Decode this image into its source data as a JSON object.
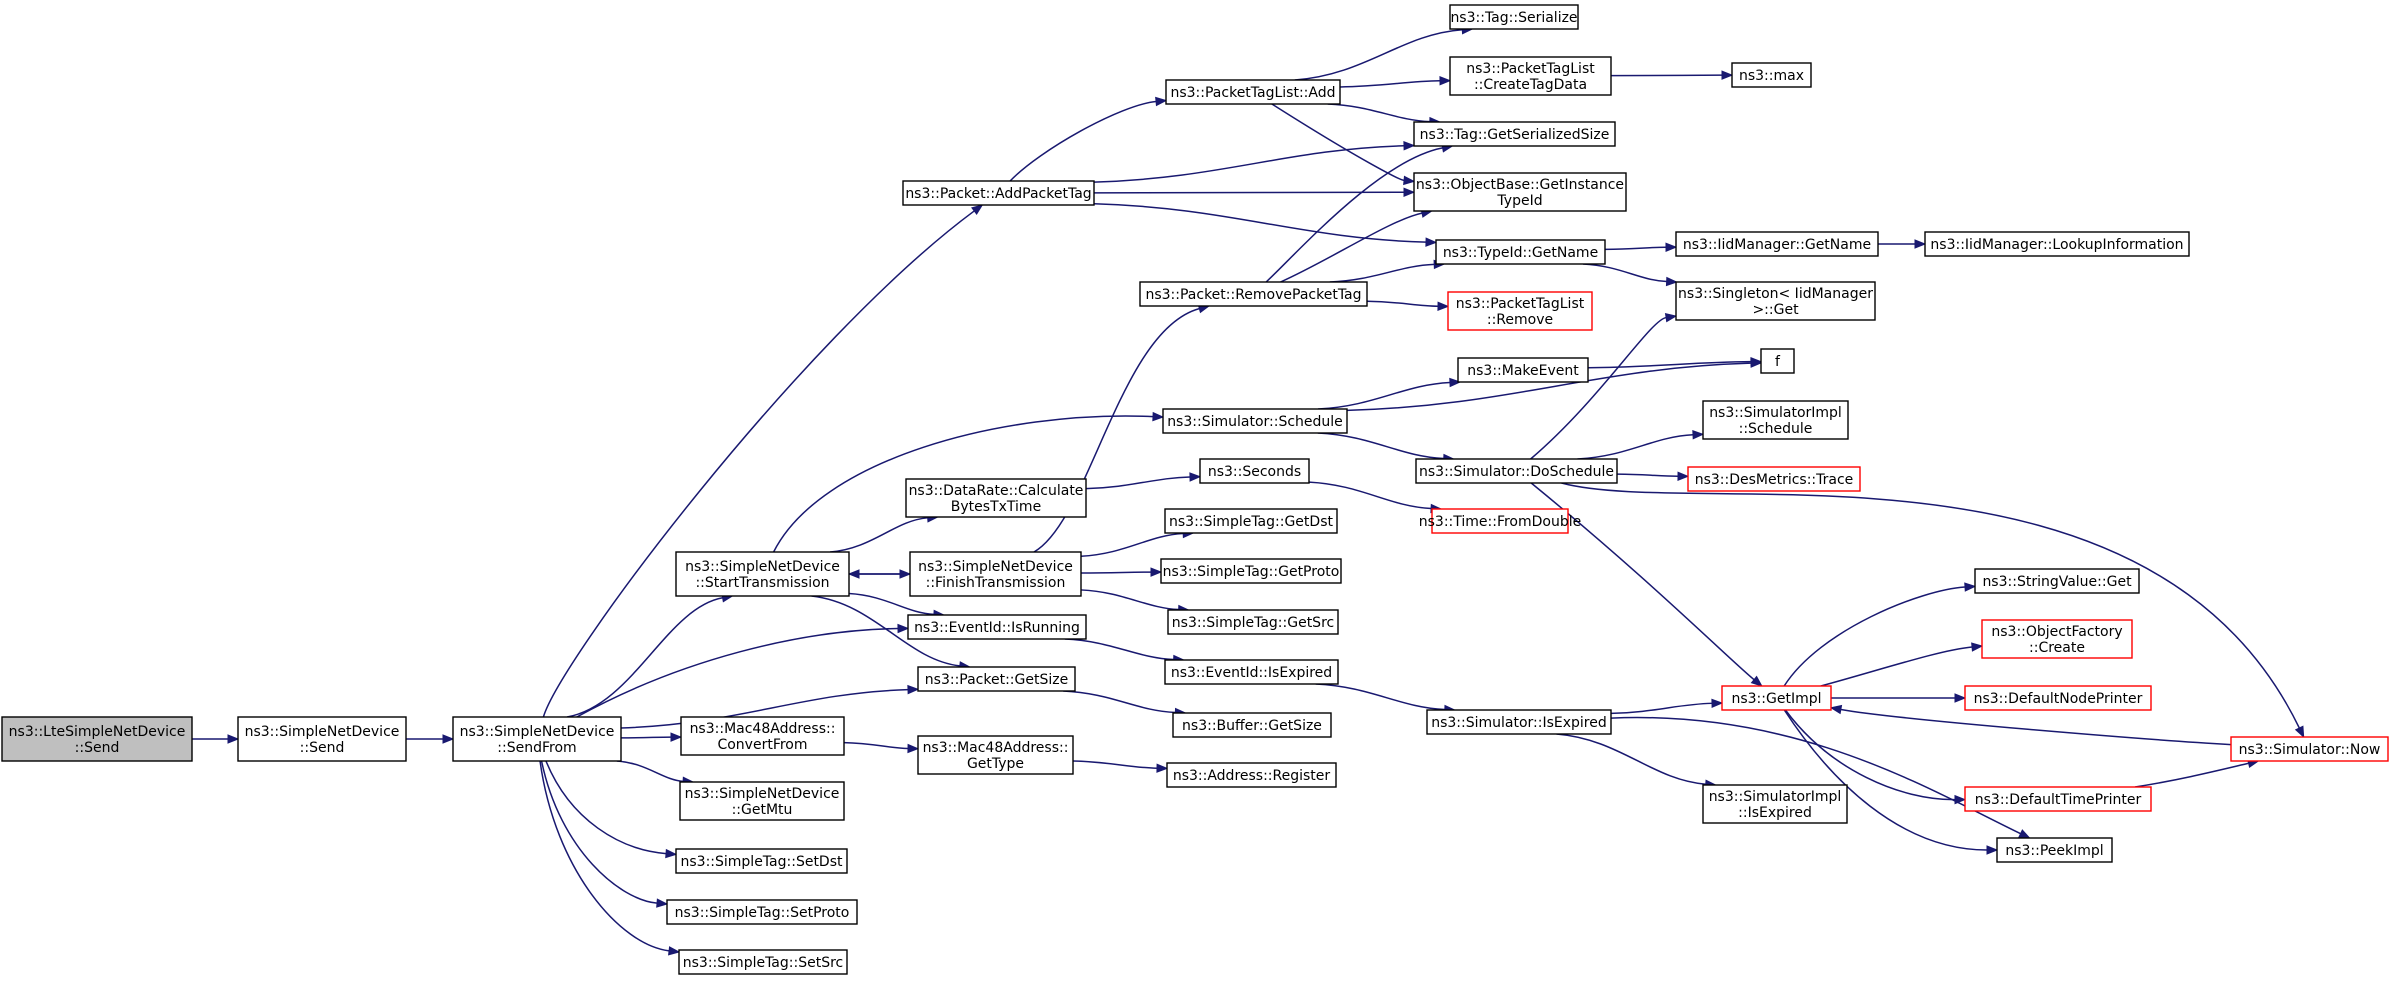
{
  "colors": {
    "edge": "#191970",
    "root_fill": "#bfbfbf",
    "border": "#000000",
    "truncated_border": "#ff0000"
  },
  "nodes": [
    {
      "id": "n0",
      "lines": [
        "ns3::LteSimpleNetDevice",
        "::Send"
      ],
      "root": true
    },
    {
      "id": "n1",
      "lines": [
        "ns3::SimpleNetDevice",
        "::Send"
      ]
    },
    {
      "id": "n2",
      "lines": [
        "ns3::SimpleNetDevice",
        "::SendFrom"
      ]
    },
    {
      "id": "n3",
      "lines": [
        "ns3::Packet::AddPacketTag"
      ]
    },
    {
      "id": "n4",
      "lines": [
        "ns3::PacketTagList::Add"
      ]
    },
    {
      "id": "n5",
      "lines": [
        "ns3::Tag::Serialize"
      ]
    },
    {
      "id": "n6",
      "lines": [
        "ns3::PacketTagList",
        "::CreateTagData"
      ]
    },
    {
      "id": "n7",
      "lines": [
        "ns3::max"
      ]
    },
    {
      "id": "n8",
      "lines": [
        "ns3::Tag::GetSerializedSize"
      ]
    },
    {
      "id": "n9",
      "lines": [
        "ns3::ObjectBase::GetInstance",
        "TypeId"
      ]
    },
    {
      "id": "n10",
      "lines": [
        "ns3::TypeId::GetName"
      ]
    },
    {
      "id": "n11",
      "lines": [
        "ns3::IidManager::GetName"
      ]
    },
    {
      "id": "n12",
      "lines": [
        "ns3::IidManager::LookupInformation"
      ]
    },
    {
      "id": "n13",
      "lines": [
        "ns3::Singleton< IidManager",
        ">::Get"
      ]
    },
    {
      "id": "n14",
      "lines": [
        "ns3::Packet::RemovePacketTag"
      ]
    },
    {
      "id": "n15",
      "lines": [
        "ns3::PacketTagList",
        "::Remove"
      ],
      "truncated": true
    },
    {
      "id": "n16",
      "lines": [
        "ns3::MakeEvent"
      ]
    },
    {
      "id": "n17",
      "lines": [
        "f"
      ]
    },
    {
      "id": "n18",
      "lines": [
        "ns3::Simulator::Schedule"
      ]
    },
    {
      "id": "n19",
      "lines": [
        "ns3::SimulatorImpl",
        "::Schedule"
      ]
    },
    {
      "id": "n20",
      "lines": [
        "ns3::Simulator::DoSchedule"
      ]
    },
    {
      "id": "n21",
      "lines": [
        "ns3::DesMetrics::Trace"
      ],
      "truncated": true
    },
    {
      "id": "n22",
      "lines": [
        "ns3::DataRate::Calculate",
        "BytesTxTime"
      ]
    },
    {
      "id": "n23",
      "lines": [
        "ns3::Seconds"
      ]
    },
    {
      "id": "n24",
      "lines": [
        "ns3::Time::FromDouble"
      ],
      "truncated": true
    },
    {
      "id": "n25",
      "lines": [
        "ns3::SimpleNetDevice",
        "::StartTransmission"
      ]
    },
    {
      "id": "n26",
      "lines": [
        "ns3::SimpleNetDevice",
        "::FinishTransmission"
      ]
    },
    {
      "id": "n27",
      "lines": [
        "ns3::SimpleTag::GetDst"
      ]
    },
    {
      "id": "n28",
      "lines": [
        "ns3::SimpleTag::GetProto"
      ]
    },
    {
      "id": "n29",
      "lines": [
        "ns3::SimpleTag::GetSrc"
      ]
    },
    {
      "id": "n30",
      "lines": [
        "ns3::EventId::IsRunning"
      ]
    },
    {
      "id": "n31",
      "lines": [
        "ns3::EventId::IsExpired"
      ]
    },
    {
      "id": "n32",
      "lines": [
        "ns3::Packet::GetSize"
      ]
    },
    {
      "id": "n33",
      "lines": [
        "ns3::Buffer::GetSize"
      ]
    },
    {
      "id": "n34",
      "lines": [
        "ns3::Mac48Address::",
        "ConvertFrom"
      ]
    },
    {
      "id": "n35",
      "lines": [
        "ns3::Mac48Address::",
        "GetType"
      ]
    },
    {
      "id": "n36",
      "lines": [
        "ns3::Address::Register"
      ]
    },
    {
      "id": "n37",
      "lines": [
        "ns3::SimpleNetDevice",
        "::GetMtu"
      ]
    },
    {
      "id": "n38",
      "lines": [
        "ns3::SimpleTag::SetDst"
      ]
    },
    {
      "id": "n39",
      "lines": [
        "ns3::SimpleTag::SetProto"
      ]
    },
    {
      "id": "n40",
      "lines": [
        "ns3::SimpleTag::SetSrc"
      ]
    },
    {
      "id": "n41",
      "lines": [
        "ns3::Simulator::IsExpired"
      ]
    },
    {
      "id": "n42",
      "lines": [
        "ns3::SimulatorImpl",
        "::IsExpired"
      ]
    },
    {
      "id": "n43",
      "lines": [
        "ns3::GetImpl"
      ],
      "truncated": true
    },
    {
      "id": "n44",
      "lines": [
        "ns3::StringValue::Get"
      ]
    },
    {
      "id": "n45",
      "lines": [
        "ns3::ObjectFactory",
        "::Create"
      ],
      "truncated": true
    },
    {
      "id": "n46",
      "lines": [
        "ns3::DefaultNodePrinter"
      ],
      "truncated": true
    },
    {
      "id": "n47",
      "lines": [
        "ns3::DefaultTimePrinter"
      ],
      "truncated": true
    },
    {
      "id": "n48",
      "lines": [
        "ns3::Simulator::Now"
      ],
      "truncated": true
    },
    {
      "id": "n49",
      "lines": [
        "ns3::PeekImpl"
      ]
    }
  ],
  "edges": [
    [
      "n0",
      "n1"
    ],
    [
      "n1",
      "n2"
    ],
    [
      "n2",
      "n3"
    ],
    [
      "n2",
      "n25"
    ],
    [
      "n2",
      "n30"
    ],
    [
      "n2",
      "n32"
    ],
    [
      "n2",
      "n34"
    ],
    [
      "n2",
      "n37"
    ],
    [
      "n2",
      "n38"
    ],
    [
      "n2",
      "n39"
    ],
    [
      "n2",
      "n40"
    ],
    [
      "n3",
      "n4"
    ],
    [
      "n3",
      "n8"
    ],
    [
      "n3",
      "n9"
    ],
    [
      "n3",
      "n10"
    ],
    [
      "n4",
      "n5"
    ],
    [
      "n4",
      "n6"
    ],
    [
      "n4",
      "n8"
    ],
    [
      "n4",
      "n9"
    ],
    [
      "n6",
      "n7"
    ],
    [
      "n10",
      "n11"
    ],
    [
      "n10",
      "n13"
    ],
    [
      "n11",
      "n12"
    ],
    [
      "n14",
      "n8"
    ],
    [
      "n14",
      "n9"
    ],
    [
      "n14",
      "n10"
    ],
    [
      "n14",
      "n15"
    ],
    [
      "n16",
      "n17"
    ],
    [
      "n18",
      "n16"
    ],
    [
      "n18",
      "n17"
    ],
    [
      "n18",
      "n20"
    ],
    [
      "n20",
      "n13"
    ],
    [
      "n20",
      "n19"
    ],
    [
      "n20",
      "n21"
    ],
    [
      "n20",
      "n43"
    ],
    [
      "n20",
      "n48"
    ],
    [
      "n22",
      "n23"
    ],
    [
      "n23",
      "n24"
    ],
    [
      "n25",
      "n18"
    ],
    [
      "n25",
      "n22"
    ],
    [
      "n25",
      "n26"
    ],
    [
      "n25",
      "n30"
    ],
    [
      "n25",
      "n32"
    ],
    [
      "n26",
      "n14"
    ],
    [
      "n26",
      "n25"
    ],
    [
      "n26",
      "n27"
    ],
    [
      "n26",
      "n28"
    ],
    [
      "n26",
      "n29"
    ],
    [
      "n30",
      "n31"
    ],
    [
      "n31",
      "n41"
    ],
    [
      "n32",
      "n33"
    ],
    [
      "n34",
      "n35"
    ],
    [
      "n35",
      "n36"
    ],
    [
      "n41",
      "n42"
    ],
    [
      "n41",
      "n43"
    ],
    [
      "n41",
      "n49"
    ],
    [
      "n43",
      "n44"
    ],
    [
      "n43",
      "n45"
    ],
    [
      "n43",
      "n46"
    ],
    [
      "n43",
      "n47"
    ],
    [
      "n43",
      "n49"
    ],
    [
      "n47",
      "n48"
    ],
    [
      "n48",
      "n43"
    ]
  ]
}
